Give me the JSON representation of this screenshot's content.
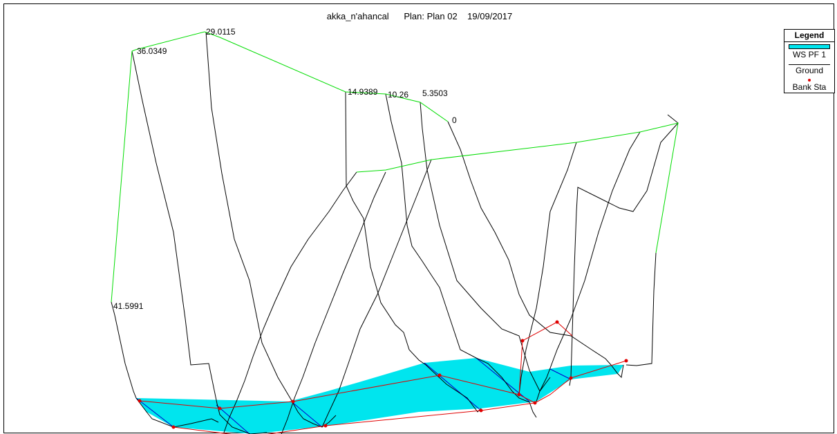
{
  "title": {
    "project": "akka_n'ahancal",
    "plan": "Plan: Plan 02",
    "date": "19/09/2017"
  },
  "legend": {
    "title": "Legend",
    "items": [
      {
        "name": "WS PF 1",
        "kind": "fill",
        "color": "#00e5ee"
      },
      {
        "name": "Ground",
        "kind": "line",
        "color": "#000000"
      },
      {
        "name": "Bank Sta",
        "kind": "dot",
        "color": "#ff0000"
      }
    ]
  },
  "colors": {
    "ground": "#000000",
    "water": "#00e5ee",
    "bank": "#e00000",
    "top_connector": "#00dd00",
    "water_edge": "#0000cc"
  },
  "chart_data": {
    "type": "line",
    "description_kind": "xs-perspective-plot",
    "title": "akka_n'ahancal      Plan: Plan 02    19/09/2017",
    "river_stations": [
      "41.5991",
      "36.0349",
      "29.0115",
      "14.9389",
      "10.26",
      "5.3503",
      "0"
    ],
    "series": [
      {
        "name": "WS PF 1"
      },
      {
        "name": "Ground"
      },
      {
        "name": "Bank Sta"
      }
    ]
  }
}
